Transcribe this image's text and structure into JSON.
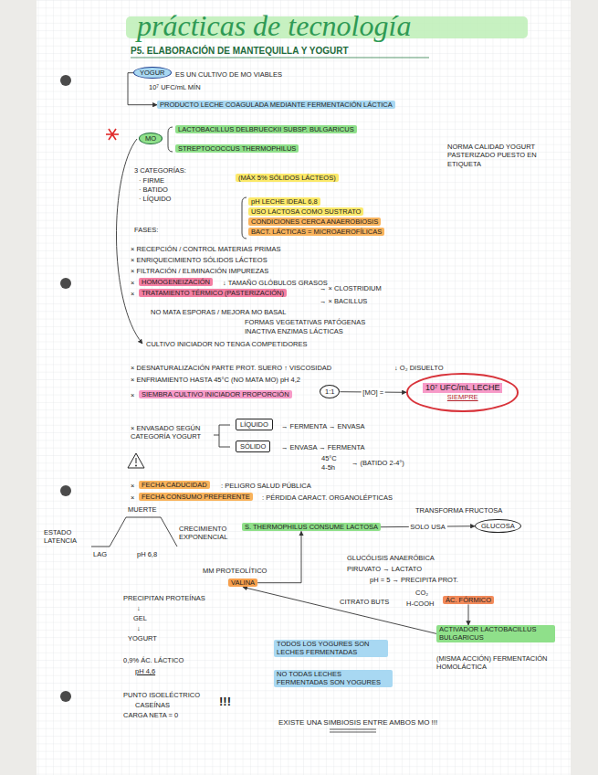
{
  "diagram": {
    "title": "prácticas de tecnología",
    "nodes": [
      {
        "text": [
          "YOGUR"
        ]
      },
      {
        "text": [
          "PRODUCTO LECHE COAGULADA MEDIANTE FERMENTACIÓN LÁCTICA"
        ]
      },
      {
        "text": [
          "MO"
        ]
      },
      {
        "text": [
          "LACTOBACILLUS DELBRUECKII SUBSP. BULGARICUS"
        ]
      },
      {
        "text": [
          "STREPTOCOCCUS THERMOPHILUS"
        ]
      },
      {
        "text": [
          "(MÁX 5% SÓLIDOS LÁCTEOS)"
        ]
      },
      {
        "text": [
          "pH LECHE IDEAL 6,8"
        ]
      },
      {
        "text": [
          "USO LACTOSA COMO SUSTRATO"
        ]
      },
      {
        "text": [
          "CONDICIONES CERCA ANAEROBIOSIS"
        ]
      },
      {
        "text": [
          "BACT. LÁCTICAS = MICROAEROFÍLICAS"
        ]
      },
      {
        "text": [
          "HOMOGENEIZACIÓN"
        ]
      },
      {
        "text": [
          "TRATAMIENTO TÉRMICO (PASTERIZACIÓN)"
        ]
      },
      {
        "text": [
          "SIEMBRA CULTIVO INICIADOR PROPORCIÓN"
        ]
      },
      {
        "text": [
          "1:1"
        ]
      },
      {
        "text": [
          "10⁷ UFC/mL LECHE",
          "SIEMPRE"
        ]
      },
      {
        "text": [
          "LÍQUIDO"
        ]
      },
      {
        "text": [
          "SÓLIDO"
        ]
      },
      {
        "text": [
          "FECHA CADUCIDAD"
        ]
      },
      {
        "text": [
          "FECHA CONSUMO PREFERENTE"
        ]
      },
      {
        "text": [
          "S. THERMOPHILUS CONSUME LACTOSA"
        ]
      },
      {
        "text": [
          "GLUCOSA"
        ]
      },
      {
        "text": [
          "VALINA"
        ]
      },
      {
        "text": [
          "ÁC. FÓRMICO"
        ]
      },
      {
        "text": [
          "ACTIVADOR LACTOBACILLUS BULGARICUS"
        ]
      },
      {
        "text": [
          "TODOS LOS YOGURES SON LECHES FERMENTADAS"
        ]
      },
      {
        "text": [
          "NO TODAS LECHES FERMENTADAS SON YOGURES"
        ]
      }
    ],
    "edges": [
      {
        "from": 0,
        "to": 1,
        "arrow": "to"
      },
      {
        "from": 13,
        "to": 14,
        "label": "[MO] =",
        "arrow": "to"
      },
      {
        "from": 22,
        "to": 23,
        "arrow": "to"
      },
      {
        "from": 23,
        "to": 21,
        "arrow": "to"
      },
      {
        "from": 21,
        "to": 19,
        "arrow": "to"
      },
      {
        "from": 19,
        "to": 20,
        "label": "SOLO USA",
        "arrow": "to"
      }
    ],
    "labels": [
      "P5. ELABORACIÓN DE MANTEQUILLA Y YOGURT",
      "ES UN CULTIVO DE MO VIABLES",
      "10⁷ UFC/mL MÍN",
      "NORMA CALIDAD YOGURT PASTERIZADO PUESTO EN ETIQUETA",
      "3 CATEGORÍAS:",
      "· FIRME",
      "· BATIDO",
      "· LÍQUIDO",
      "FASES:",
      "× RECEPCIÓN / CONTROL MATERIAS PRIMAS",
      "× ENRIQUECIMIENTO SÓLIDOS LÁCTEOS",
      "× FILTRACIÓN / ELIMINACIÓN IMPUREZAS",
      "×",
      "↓ TAMAÑO GLÓBULOS GRASOS",
      "×",
      "→ × CLOSTRIDIUM",
      "→ × BACILLUS",
      "NO MATA ESPORAS / MEJORA MO BASAL",
      "FORMAS VEGETATIVAS PATÓGENAS",
      "INACTIVA ENZIMAS LÁCTICAS",
      "CULTIVO INICIADOR NO TENGA COMPETIDORES",
      "× DESNATURALIZACIÓN PARTE PROT. SUERO ↑ VISCOSIDAD",
      "↓ O₂ DISUELTO",
      "× ENFRIAMIENTO HASTA 45°C (NO MATA MO) pH 4,2",
      "×",
      "× ENVASADO SEGÚN CATEGORÍA YOGURT",
      "→ FERMENTA → ENVASA",
      "→ ENVASA → FERMENTA",
      "45°C",
      "4-5h",
      "→ (BATIDO 2-4°)",
      "×",
      ": PELIGRO SALUD PÚBLICA",
      "×",
      ": PÉRDIDA CARACT. ORGANOLÉPTICAS",
      "MUERTE",
      "ESTADO LATENCIA",
      "CRECIMIENTO EXPONENCIAL",
      "LAG",
      "pH 6,8",
      "TRANSFORMA FRUCTOSA",
      "GLUCÓLISIS ANAERÓBICA",
      "MM PROTEOLÍTICO",
      "PIRUVATO → LACTATO",
      "pH = 5 → PRECIPITA PROT.",
      "PRECIPITAN PROTEÍNAS",
      "CITRATO BUTS",
      "CO₂",
      "H-COOH",
      "↓",
      "GEL",
      "↓",
      "YOGURT",
      "(MISMA ACCIÓN) FERMENTACIÓN HOMOLÁCTICA",
      "0,9% ÁC. LÁCTICO",
      "pH 4,6",
      "PUNTO ISOELÉCTRICO",
      "CASEÍNAS",
      "!!!",
      "CARGA NETA = 0",
      "EXISTE UNA SIMBIOSIS ENTRE AMBOS MO !!!"
    ]
  }
}
